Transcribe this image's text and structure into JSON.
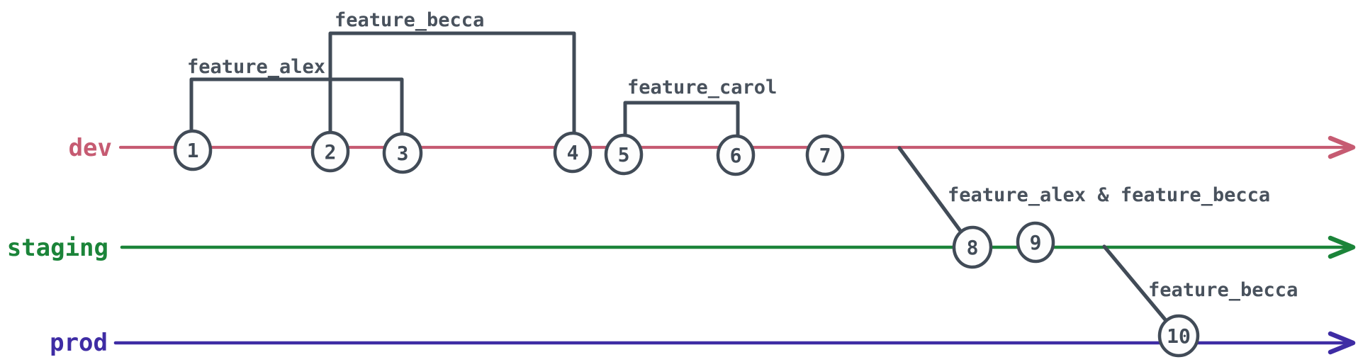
{
  "branches": [
    {
      "name": "dev",
      "label": "dev",
      "color": "#c65b72"
    },
    {
      "name": "staging",
      "label": "staging",
      "color": "#1b8439"
    },
    {
      "name": "prod",
      "label": "prod",
      "color": "#3e2ca4"
    }
  ],
  "commits": [
    {
      "label": "1",
      "branch": "dev"
    },
    {
      "label": "2",
      "branch": "dev"
    },
    {
      "label": "3",
      "branch": "dev"
    },
    {
      "label": "4",
      "branch": "dev"
    },
    {
      "label": "5",
      "branch": "dev"
    },
    {
      "label": "6",
      "branch": "dev"
    },
    {
      "label": "7",
      "branch": "dev"
    },
    {
      "label": "8",
      "branch": "staging"
    },
    {
      "label": "9",
      "branch": "staging"
    },
    {
      "label": "10",
      "branch": "prod"
    }
  ],
  "feature_brackets": [
    {
      "label": "feature_alex",
      "branch": "dev",
      "from_commit": "1",
      "to_commit": "3"
    },
    {
      "label": "feature_becca",
      "branch": "dev",
      "from_commit": "2",
      "to_commit": "4"
    },
    {
      "label": "feature_carol",
      "branch": "dev",
      "from_commit": "5",
      "to_commit": "6"
    }
  ],
  "merges": [
    {
      "label": "feature_alex & feature_becca",
      "from_branch": "dev",
      "to_branch": "staging",
      "at_commit": "8"
    },
    {
      "label": "feature_becca",
      "from_branch": "staging",
      "to_branch": "prod",
      "at_commit": "10"
    }
  ],
  "colors": {
    "node_stroke": "#414b57",
    "node_fill": "#fdfdfd",
    "annotation_text": "#49525d",
    "background": "#ffffff"
  }
}
